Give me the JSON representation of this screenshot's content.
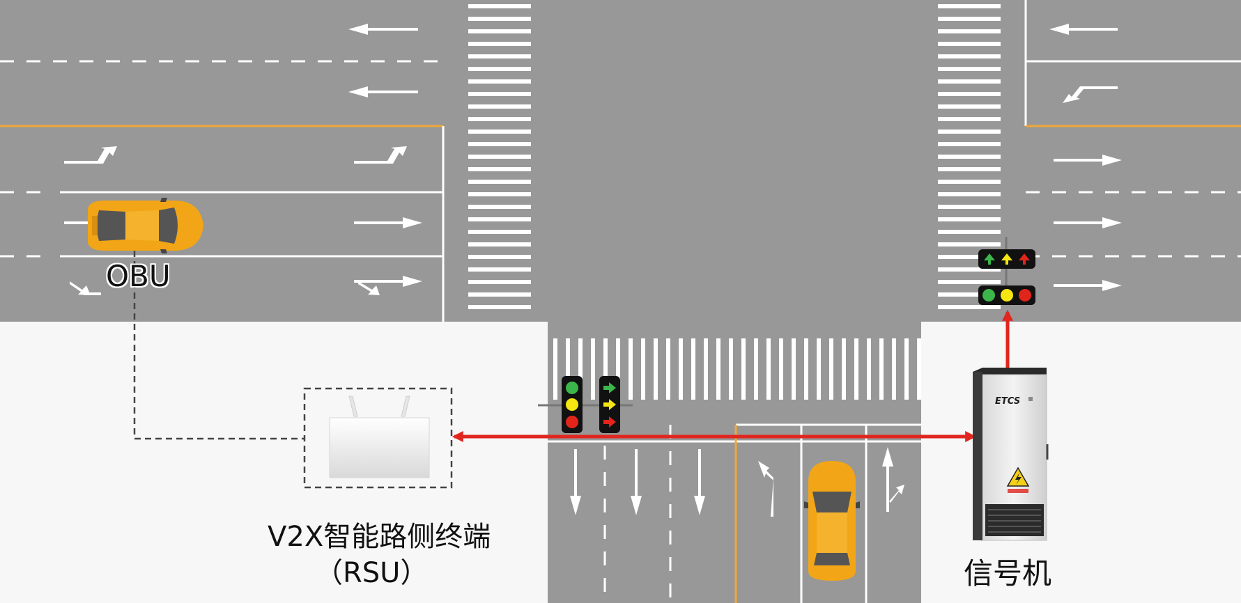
{
  "labels": {
    "obu": "OBU",
    "rsu_line1": "V2X智能路侧终端",
    "rsu_line2": "（RSU）",
    "signal_controller": "信号机",
    "cabinet_brand": "ETCS"
  },
  "colors": {
    "road": "#989898",
    "sidewalk": "#f7f7f7",
    "lane_marking": "#ffffff",
    "center_line": "#f0a83a",
    "car_body": "#f2a516",
    "link_arrow": "#e0261f",
    "light_green": "#3cb64a",
    "light_yellow": "#f5e612",
    "light_red": "#e1251b"
  },
  "icons": {
    "vehicle": "car-icon",
    "rsu_device": "router-icon",
    "traffic_light": "traffic-light-icon",
    "cabinet": "signal-cabinet-icon",
    "warning": "high-voltage-warning-icon"
  }
}
